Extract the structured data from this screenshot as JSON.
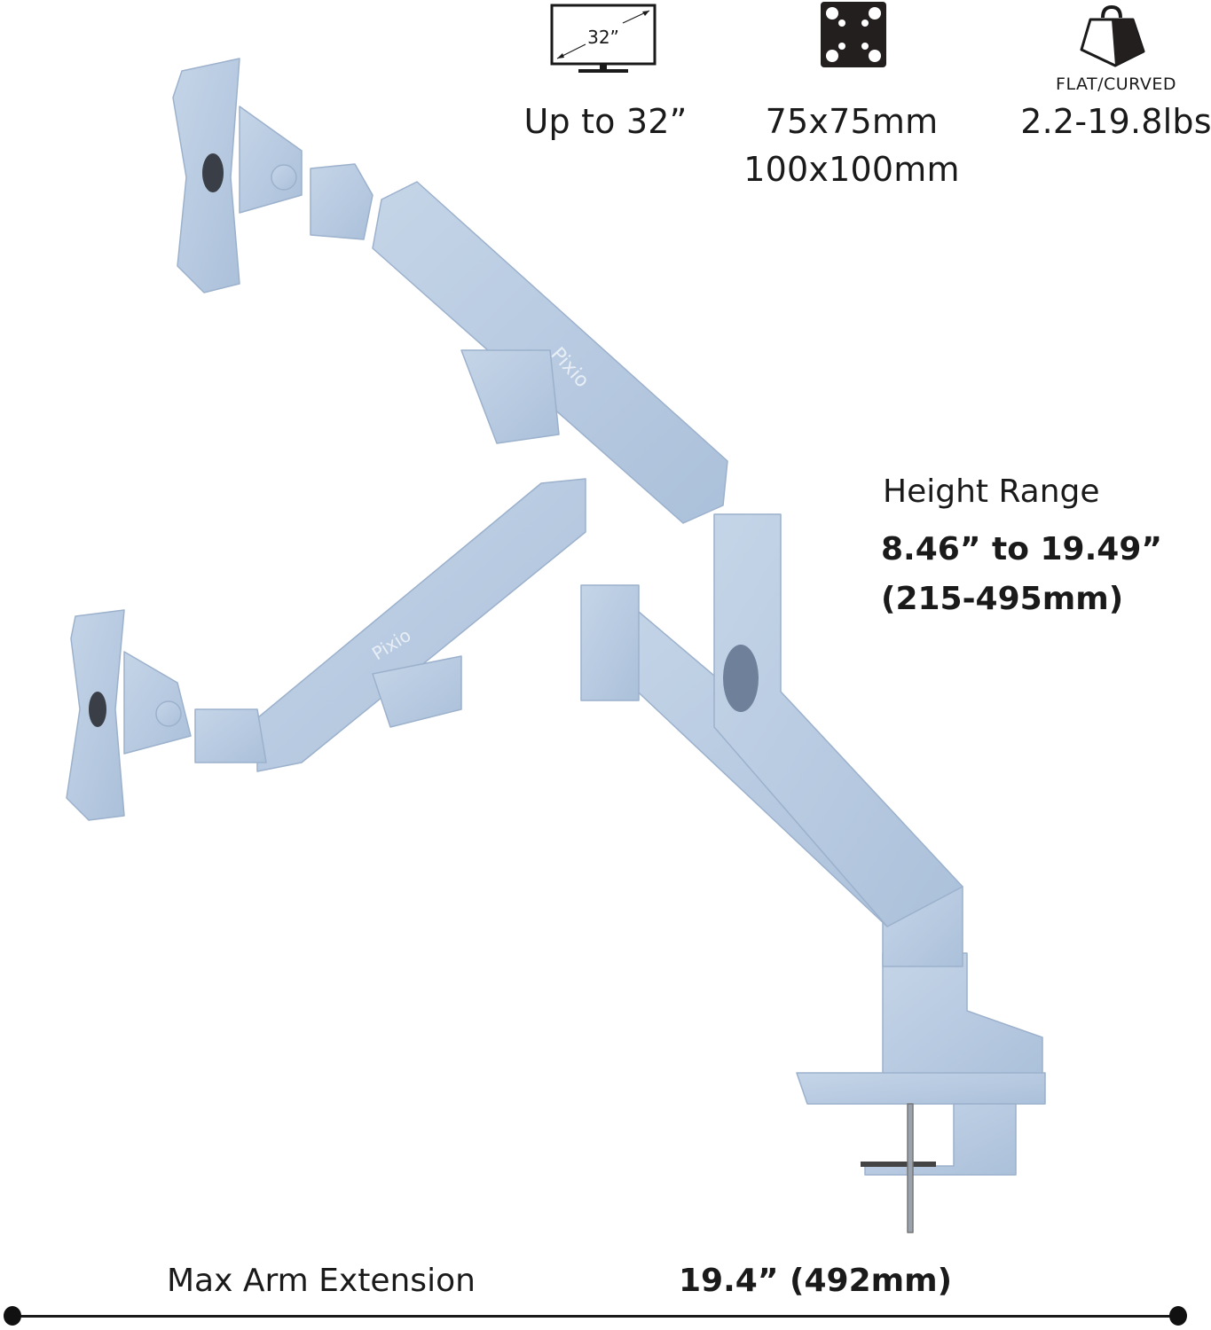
{
  "specs": [
    {
      "icon": "monitor-size-icon",
      "icon_text": "32”",
      "label": "Up to 32”"
    },
    {
      "icon": "vesa-pattern-icon",
      "label_line1": "75x75mm",
      "label_line2": "100x100mm"
    },
    {
      "icon": "weight-icon",
      "sublabel": "FLAT/CURVED",
      "label": "2.2-19.8lbs"
    }
  ],
  "height_range": {
    "title": "Height Range",
    "value_in": "8.46” to 19.49”",
    "value_mm": "(215-495mm)"
  },
  "extension": {
    "label": "Max Arm Extension",
    "value": "19.4” (492mm)"
  },
  "product": {
    "brand_mark": "Pixio",
    "type": "dual monitor arm",
    "color": "#b5c9e1"
  },
  "colors": {
    "arm": "#b5c9e1",
    "arm_shadow": "#9fb4cf",
    "arm_light": "#c9d8ea",
    "text": "#1a1a1a"
  }
}
